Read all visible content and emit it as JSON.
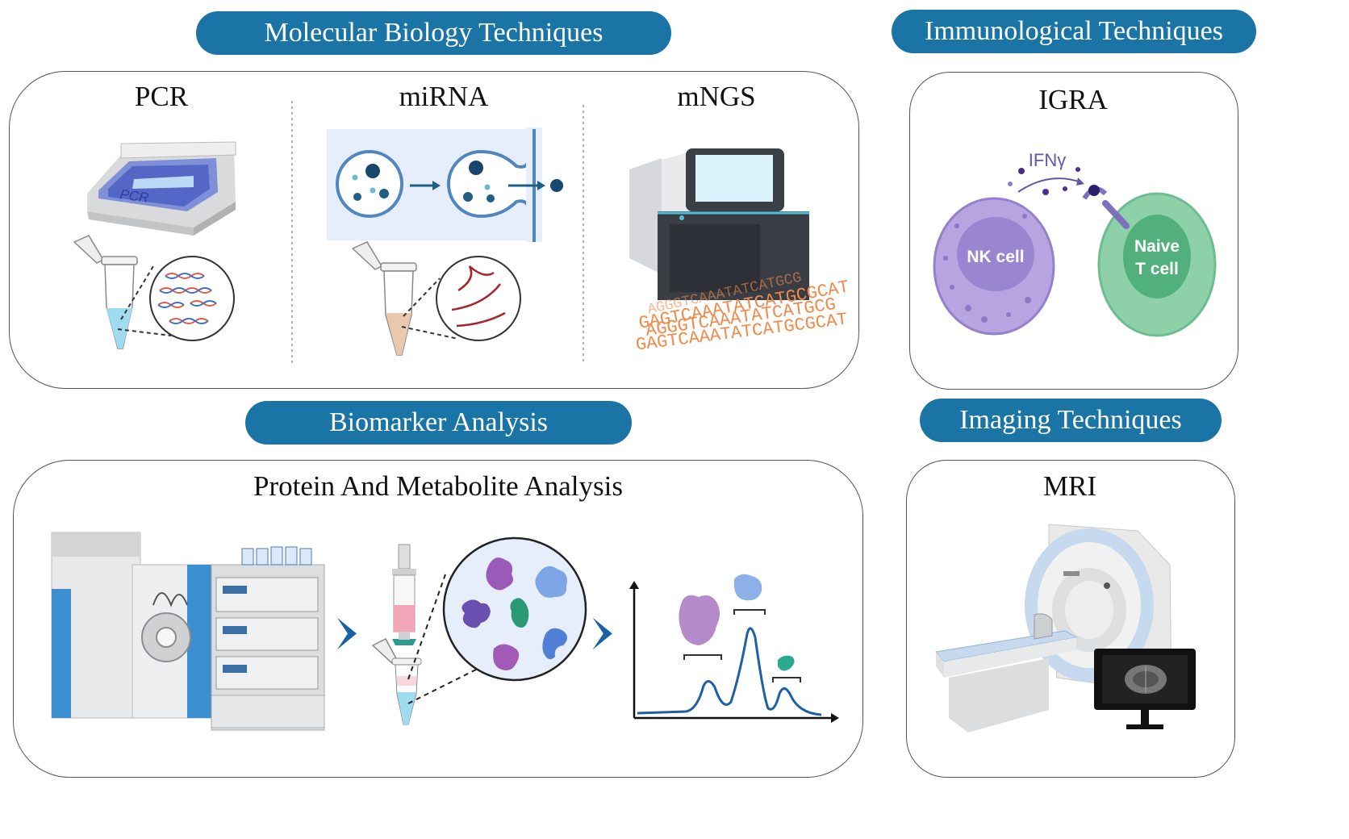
{
  "headers": {
    "molecular": "Molecular Biology Techniques",
    "immunological": "Immunological Techniques",
    "biomarker": "Biomarker Analysis",
    "imaging": "Imaging Techniques"
  },
  "molecular": {
    "pcr_title": "PCR",
    "pcr_device_label": "PCR",
    "mirna_title": "miRNA",
    "mngs_title": "mNGS",
    "dna_sequence": "GAGTCAAATATCATGCGCAT",
    "dna_sequence_2": "AGGGTCAAATATCATGCG"
  },
  "immunological": {
    "igra_title": "IGRA",
    "cytokine_label": "IFNγ",
    "nk_cell_label": "NK cell",
    "tcell_label_1": "Naive",
    "tcell_label_2": "T cell"
  },
  "biomarker": {
    "title": "Protein And Metabolite Analysis"
  },
  "imaging": {
    "mri_title": "MRI"
  },
  "colors": {
    "header_blue": "#1b74a6",
    "arrow_blue": "#1b5fa6",
    "nk_cell": "#b7a4e0",
    "t_cell": "#8ed1a8",
    "chart_line": "#1f5fa3",
    "dna_orange": "#f08a4b"
  },
  "icons": [
    "pcr-machine-icon",
    "microtube-icon",
    "dna-helix-icon",
    "exosome-icon",
    "sequencer-icon",
    "cell-icon",
    "mass-spectrometer-icon",
    "syringe-icon",
    "protein-icon",
    "chromatogram-icon",
    "mri-scanner-icon",
    "monitor-icon",
    "chevron-right-icon"
  ]
}
